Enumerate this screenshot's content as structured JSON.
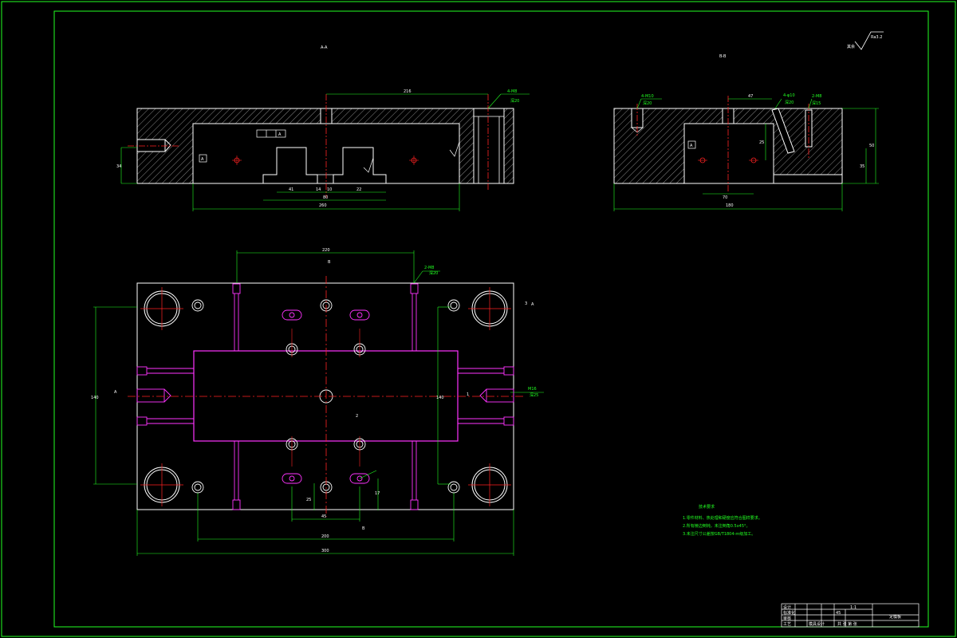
{
  "drawing": {
    "section_aa_label": "A-A",
    "section_bb_label": "B-B",
    "roughness_note": "Ra3.2",
    "roughness_prefix": "其余",
    "tech_requirements_title": "技术要求",
    "tech_requirements": [
      "1.零件材料、热处理和硬度应符合图样要求。",
      "2.所有棱边倒钝，未注倒角0.5x45°。",
      "3.未注尺寸公差按GB/T1804-m级加工。"
    ]
  },
  "dimensions": {
    "aa_top": "216",
    "aa_height": "34",
    "aa_bottom": "260",
    "aa_mid": "80",
    "aa_a": "41",
    "aa_b": "14",
    "aa_c": "22",
    "aa_d": "10",
    "bb_bottom": "180",
    "bb_inner": "70",
    "bb_h1": "50",
    "bb_h2": "35",
    "bb_h3": "25",
    "bb_top": "47",
    "plan_top": "220",
    "plan_left": "140",
    "plan_right": "140",
    "plan_bottom_inner": "200",
    "plan_bottom": "300",
    "plan_small": "45",
    "plan_v1": "25",
    "plan_v2": "17"
  },
  "callouts": {
    "aa_callout_top": "4-M8",
    "aa_callout_sub": "深20",
    "aa_flat": "A",
    "aa_datum": "A",
    "bb_left": "4-M10",
    "bb_left_sub": "深20",
    "bb_mid": "4-φ10",
    "bb_mid_sub": "深20",
    "bb_right": "2-M8",
    "bb_right_sub": "深15",
    "plan_top": "2-M8",
    "plan_top_sub": "深20",
    "plan_right": "M16",
    "plan_right_sub": "深25",
    "section_a_left": "A",
    "section_a_right": "A",
    "section_b_top": "B",
    "section_b_bottom": "B",
    "marker_1": "1",
    "marker_2": "2",
    "marker_3": "3"
  },
  "title_block": {
    "rows": [
      "设计",
      "标准化",
      "审核",
      "工艺"
    ],
    "part_name": "定模板",
    "scale": "1:1",
    "material": "45",
    "sheet": "共 张 第 张",
    "company": "模具设计"
  },
  "colors": {
    "frame": "#22ff22",
    "outline": "#ffffff",
    "center": "#ff2222",
    "cavity": "#ff33ff",
    "dimension": "#22ff22",
    "hatch": "#888888"
  }
}
